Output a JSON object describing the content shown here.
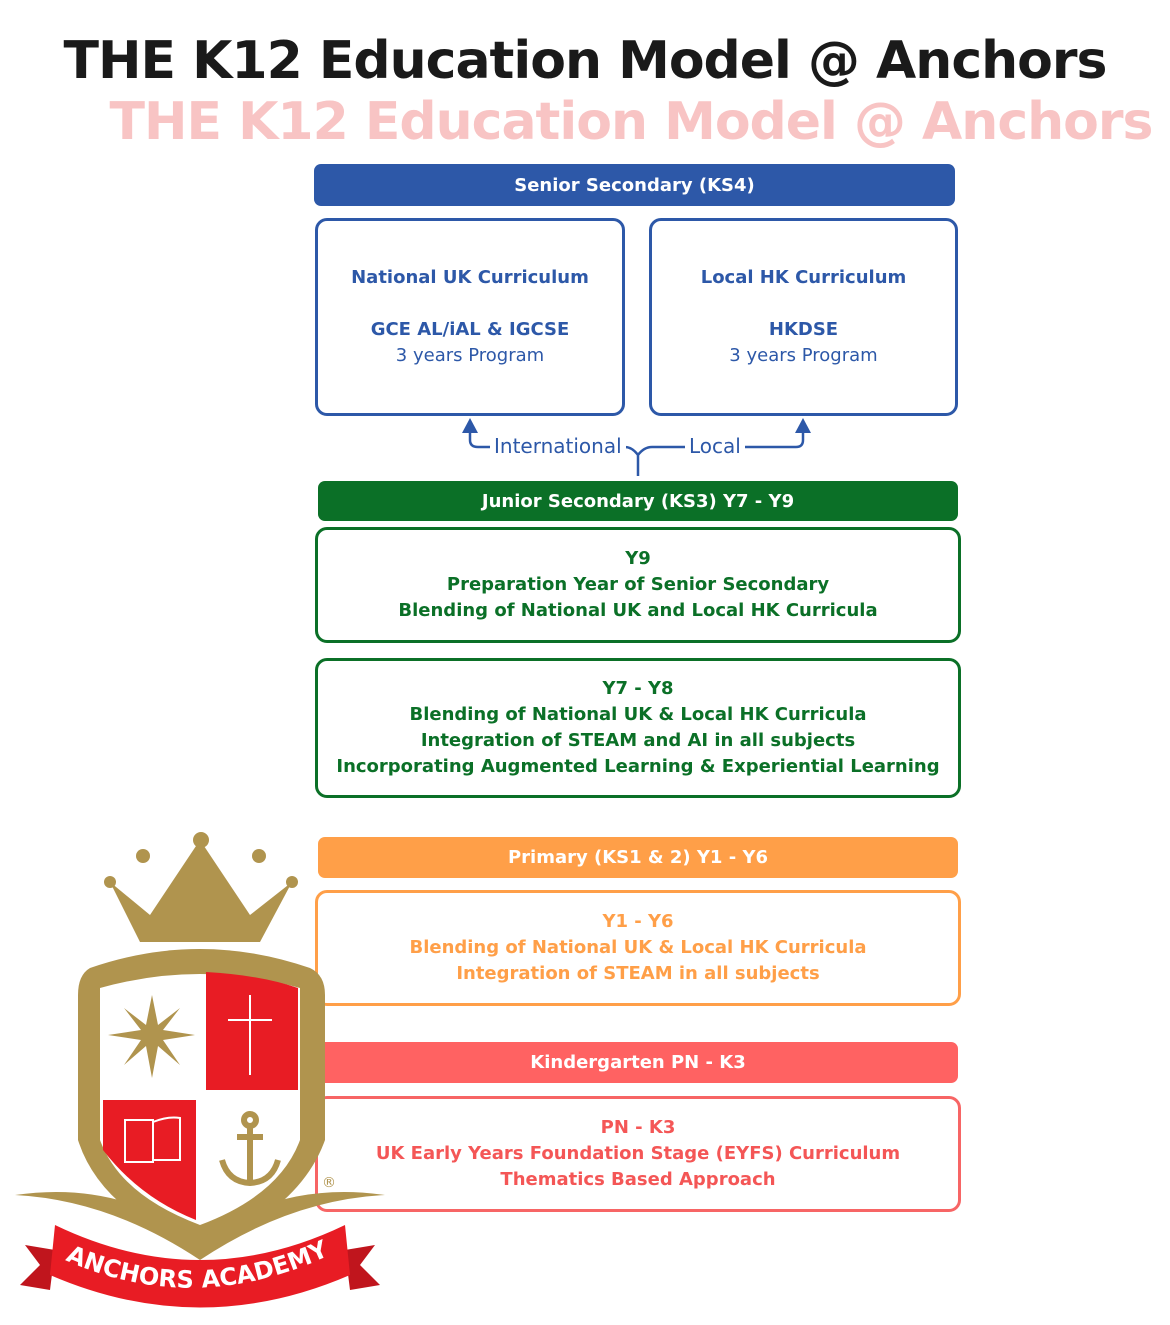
{
  "title": "THE K12 Education Model @ Anchors",
  "senior": {
    "header": "Senior Secondary (KS4)",
    "left": {
      "title": "National UK Curriculum",
      "exam": "GCE AL/iAL & IGCSE",
      "program": "3 years Program"
    },
    "right": {
      "title": "Local HK Curriculum",
      "exam": "HKDSE",
      "program": "3 years Program"
    },
    "path_international": "International",
    "path_local": "Local"
  },
  "junior": {
    "header": "Junior Secondary (KS3) Y7 - Y9",
    "y9": [
      "Y9",
      "Preparation Year of Senior Secondary",
      "Blending of National UK and Local HK Curricula"
    ],
    "y78": [
      "Y7 - Y8",
      "Blending of National UK & Local HK Curricula",
      "Integration of STEAM and AI in all subjects",
      "Incorporating Augmented Learning & Experiential Learning"
    ]
  },
  "primary": {
    "header": "Primary (KS1 & 2) Y1 - Y6",
    "lines": [
      "Y1 - Y6",
      "Blending of National UK & Local HK Curricula",
      "Integration of STEAM in all subjects"
    ]
  },
  "kindergarten": {
    "header": "Kindergarten PN - K3",
    "lines": [
      "PN - K3",
      "UK Early Years Foundation Stage (EYFS) Curriculum",
      "Thematics Based Approach"
    ]
  },
  "logo": {
    "name": "ANCHORS ACADEMY",
    "registered": "®"
  },
  "colors": {
    "blue": "#2d58a8",
    "green": "#0b7027",
    "orange": "#ff9f48",
    "red": "#f76565",
    "gold": "#b0944e",
    "crest_red": "#e81c24"
  }
}
